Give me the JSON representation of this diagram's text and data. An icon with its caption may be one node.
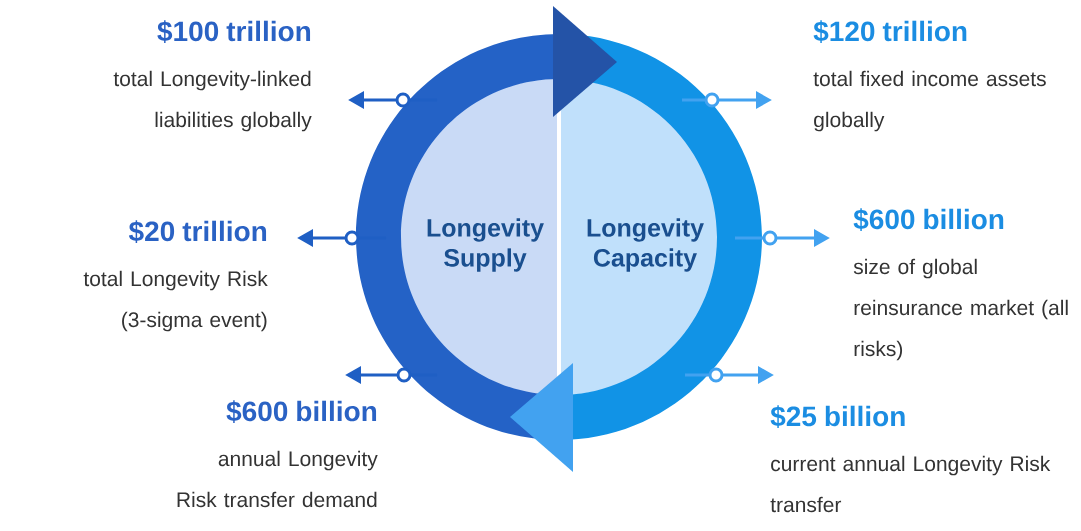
{
  "diagram": {
    "nodes": [
      {
        "text": [
          "Longevity Supply"
        ]
      },
      {
        "text": [
          "Longevity Capacity"
        ]
      },
      {
        "text": [
          "$100 trillion",
          "total Longevity-linked liabilities globally"
        ]
      },
      {
        "text": [
          "$20 trillion",
          "total Longevity Risk (3-sigma event)"
        ]
      },
      {
        "text": [
          "$600 billion",
          "annual Longevity Risk transfer demand"
        ]
      },
      {
        "text": [
          "$120 trillion",
          "total fixed income assets globally"
        ]
      },
      {
        "text": [
          "$600 billion",
          "size of global reinsurance market (all risks)"
        ]
      },
      {
        "text": [
          "$25 billion",
          "current annual Longevity Risk transfer"
        ]
      }
    ],
    "edges": [
      {
        "from": 0,
        "to": 2,
        "arrow": "to"
      },
      {
        "from": 0,
        "to": 3,
        "arrow": "to"
      },
      {
        "from": 0,
        "to": 4,
        "arrow": "to"
      },
      {
        "from": 1,
        "to": 5,
        "arrow": "to"
      },
      {
        "from": 1,
        "to": 6,
        "arrow": "to"
      },
      {
        "from": 1,
        "to": 7,
        "arrow": "to"
      }
    ]
  }
}
